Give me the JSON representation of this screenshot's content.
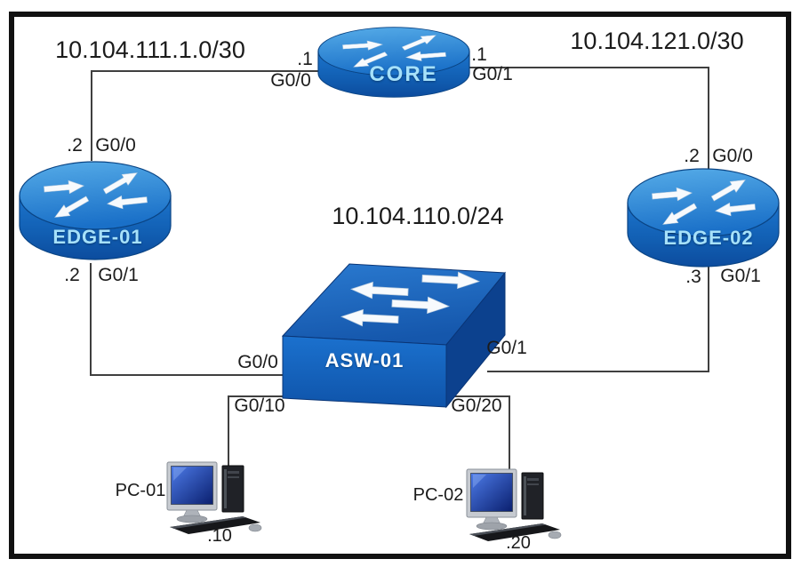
{
  "diagram": {
    "subnets": {
      "wan_left": "10.104.111.1.0/30",
      "wan_right": "10.104.121.0/30",
      "lan": "10.104.110.0/24"
    },
    "devices": {
      "core": {
        "name": "CORE",
        "left_ip": ".1",
        "left_port": "G0/0",
        "right_ip": ".1",
        "right_port": "G0/1"
      },
      "edge01": {
        "name": "EDGE-01",
        "top_ip": ".2",
        "top_port": "G0/0",
        "bottom_ip": ".2",
        "bottom_port": "G0/1"
      },
      "edge02": {
        "name": "EDGE-02",
        "top_ip": ".2",
        "top_port": "G0/0",
        "bottom_ip": ".3",
        "bottom_port": "G0/1"
      },
      "asw01": {
        "name": "ASW-01",
        "left_port": "G0/0",
        "right_port": "G0/1",
        "pc01_port": "G0/10",
        "pc02_port": "G0/20"
      },
      "pc01": {
        "name": "PC-01",
        "host_ip": ".10"
      },
      "pc02": {
        "name": "PC-02",
        "host_ip": ".20"
      }
    },
    "colors": {
      "device_blue": "#1668C0",
      "device_blue_light": "#4FA6E6",
      "device_blue_dark": "#0C418E",
      "device_label_cyan": "#A6E1FA",
      "switch_label_white": "#FFFFFF",
      "link_line": "#3F3F3F",
      "text": "#1B1B1B",
      "border": "#111111"
    }
  }
}
